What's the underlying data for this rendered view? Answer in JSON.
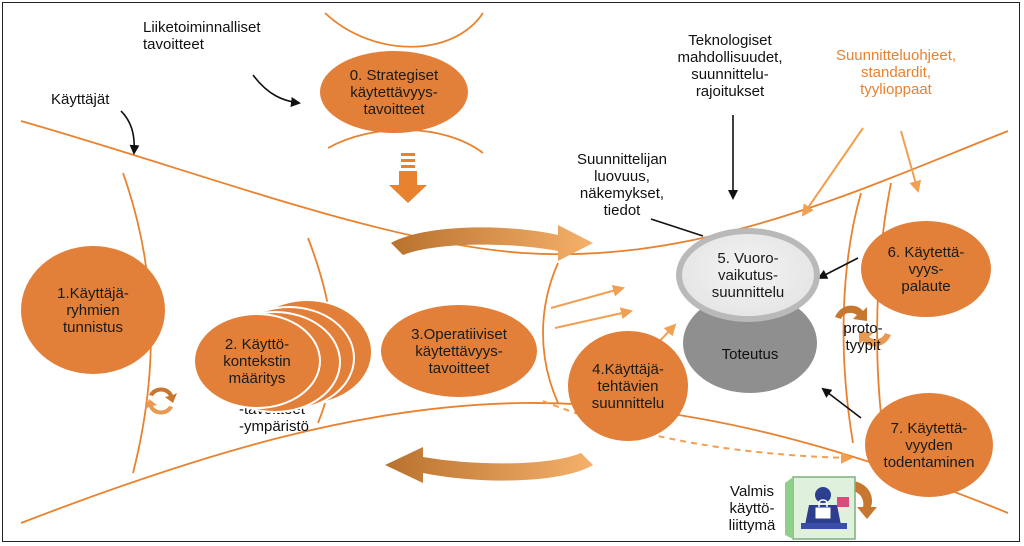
{
  "labels": {
    "liiketoiminnalliset": "Liiketoiminnalliset\ntavoitteet",
    "kayttajat": "Käyttäjät",
    "teknologiset": "Teknologiset\nmahdollisuudet,\nsuunnittelu-\nrajoitukset",
    "suunnitteluohjeet": "Suunnitteluohjeet,\nstandardit,\ntyylioppaat",
    "suunnittelijan": "Suunnittelijan\nluovuus,\nnäkemykset,\ntiedot",
    "tavoitteet_ymparisto": "-tavoitteet\n-ympäristö",
    "prototyypit": "proto-\ntyypit",
    "valmis": "Valmis\nkäyttö-\nliittymä"
  },
  "nodes": {
    "n0": "0. Strategiset\nkäytettävyys-\ntavoitteet",
    "n1": "1.Käyttäjä-\nryhmien\ntunnistus",
    "n2": "2. Käyttö-\nkontekstin\nmääritys",
    "n3": "3.Operatiiviset\nkäytettävyys-\ntavoitteet",
    "n4": "4.Käyttäjä-\ntehtävien\nsuunnittelu",
    "n5": "5. Vuoro-\nvaikutus-\nsuunnittelu",
    "n5_base": "Toteutus",
    "n6": "6. Käytettä-\nvyys-\npalaute",
    "n7": "7. Käytettä-\nvyyden\ntodentaminen"
  },
  "colors": {
    "node_fill": "#e2803a",
    "curve_line": "#e8822f",
    "text_orange": "#e8822f",
    "tier_light": "#e6e6e6",
    "tier_dark": "#8f8f8f"
  },
  "icons": {
    "computer_user": "computer-user-icon",
    "cycle_arrows": "cycle-arrows-icon"
  }
}
